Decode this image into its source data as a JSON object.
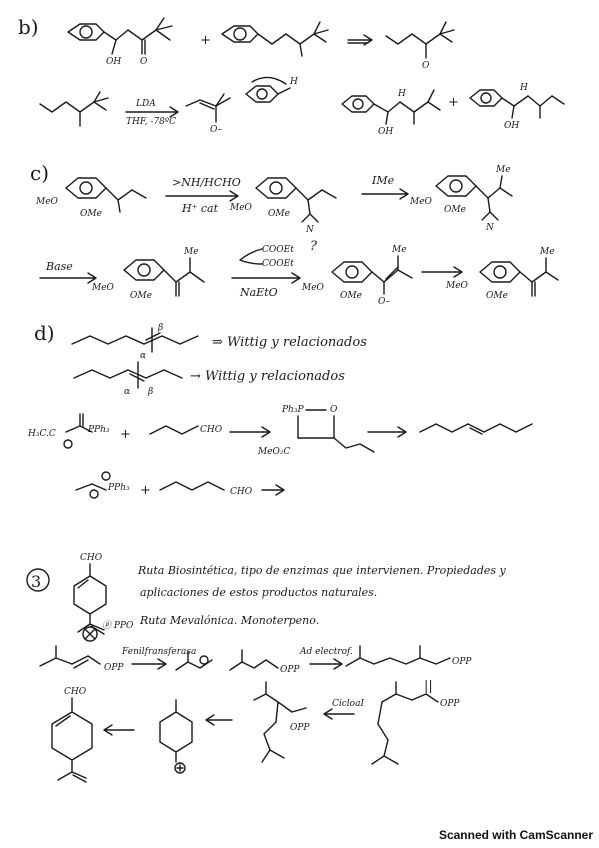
{
  "sections": {
    "b": "b)",
    "c": "c)",
    "d": "d)",
    "three": "3"
  },
  "section_b": {
    "row2_reagent_top": "LDA",
    "row2_reagent_bottom": "THF, -78ºC",
    "h_label": "H",
    "oh_label": "OH",
    "o_label": "O"
  },
  "section_c": {
    "reagent1_top": ">NH/HCHO",
    "reagent1_bottom": "H⁺ cat",
    "reagent2_top": "IMe",
    "reagent3": "Base",
    "reagent4_top": "COOEt",
    "reagent4_mid": "COOEt",
    "reagent4_bottom": "NaEtO",
    "question": "?",
    "meo": "MeO",
    "ome": "OMe",
    "me": "Me",
    "n": "N"
  },
  "section_d": {
    "line1_note": "⇒ Wittig y relacionados",
    "line2_note": "→ Wittig y relacionados",
    "alpha": "α",
    "beta": "β",
    "ylide1": "H₃C.C",
    "pph3": "PPh₃",
    "ph3p": "Ph₃P",
    "o": "O",
    "plus": "+",
    "cho": "CHO",
    "meooc": "MeO₂C"
  },
  "section_3": {
    "cho_label": "CHO",
    "notes_line1": "Ruta Biosintética, tipo de enzimas que intervienen. Propiedades y",
    "notes_line2": "aplicaciones de estos productos naturales.",
    "notes_line3": "Ruta Mevalónica. Monoterpeno.",
    "ppo_note": "ⓟ PPO",
    "arrow1_label": "Fenilfransferasa",
    "arrow2_label": "Ad electrof.",
    "opp": "OPP",
    "cyclo_label": "CicloaI",
    "equals": "||"
  },
  "footer": {
    "scanner_text": "Scanned with CamScanner"
  }
}
